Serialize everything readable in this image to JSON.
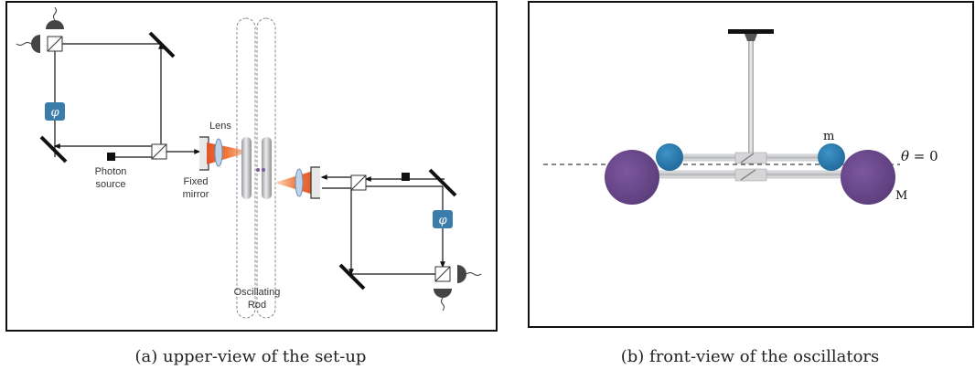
{
  "panel_a": {
    "caption": "(a) upper-view of the set-up",
    "labels": {
      "lens": "Lens",
      "photon_source_line1": "Photon",
      "photon_source_line2": "source",
      "fixed_mirror_line1": "Fixed",
      "fixed_mirror_line2": "mirror",
      "oscillating_rod_line1": "Oscillating",
      "oscillating_rod_line2": "Rod",
      "phase_shifter_symbol": "φ"
    }
  },
  "panel_b": {
    "caption": "(b) front-view of the oscillators",
    "labels": {
      "small_mass": "m",
      "large_mass": "M",
      "angle_prefix": "θ",
      "angle_suffix": " = 0"
    }
  },
  "colors": {
    "border": "#111111",
    "beam": "#111111",
    "phase_shifter": "#3a7dab",
    "lens_glow": "#f0763a",
    "large_mass": "#6e4a8f",
    "small_mass": "#2f82b8",
    "rod_fill": "#c9c9cc"
  }
}
